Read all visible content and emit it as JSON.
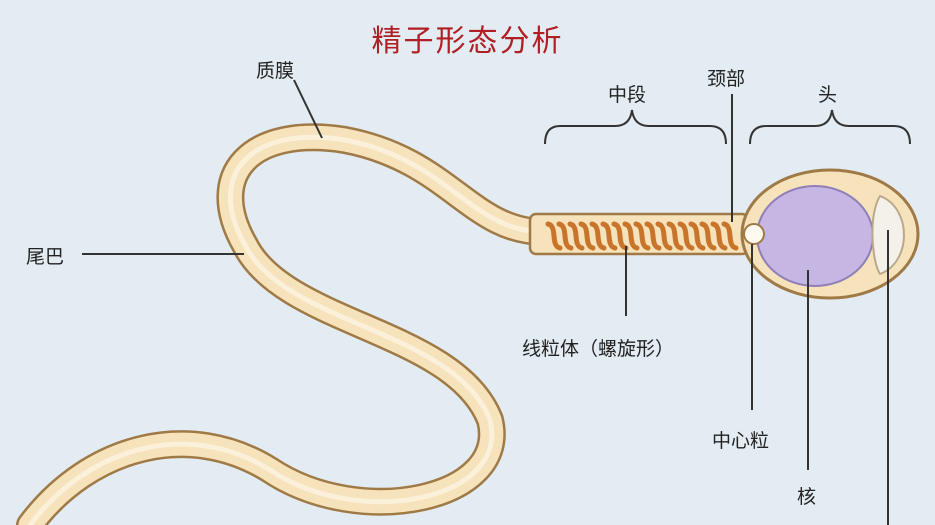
{
  "title": "精子形态分析",
  "labels": {
    "membrane": "质膜",
    "tail": "尾巴",
    "midpiece": "中段",
    "neck": "颈部",
    "head": "头",
    "mitochondria": "线粒体（螺旋形）",
    "centriole": "中心粒",
    "nucleus": "核"
  },
  "colors": {
    "title": "#b01f24",
    "background": "#e3ecf3",
    "outline": "#a07a46",
    "body_fill": "#f6e2bb",
    "inner_channel": "#fbf0da",
    "mitochondria": "#c8742a",
    "nucleus": "#c6b6e3",
    "acrosome": "#f4f0ea"
  }
}
